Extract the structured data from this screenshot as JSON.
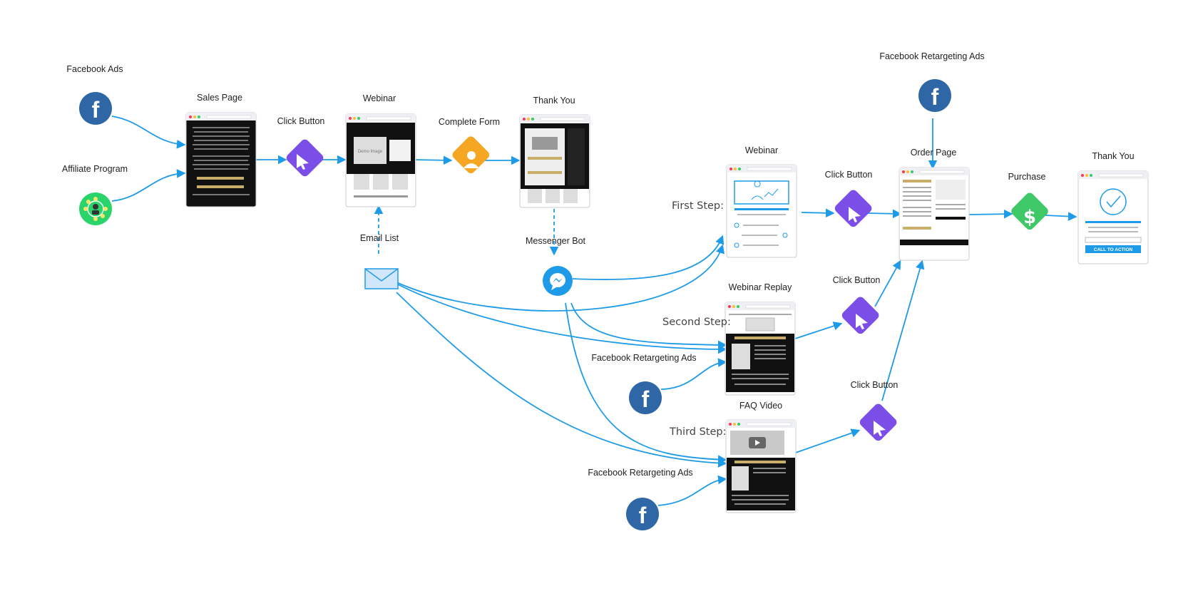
{
  "labels": {
    "facebook_ads": "Facebook Ads",
    "affiliate_program": "Affiliate Program",
    "sales_page": "Sales Page",
    "click_button_1": "Click Button",
    "webinar_1": "Webinar",
    "complete_form": "Complete Form",
    "thank_you_1": "Thank You",
    "email_list": "Email List",
    "messenger_bot": "Messenger Bot",
    "fb_retargeting_top": "Facebook Retargeting Ads",
    "webinar_2": "Webinar",
    "click_button_2": "Click Button",
    "order_page": "Order Page",
    "purchase": "Purchase",
    "thank_you_2": "Thank You",
    "webinar_replay": "Webinar Replay",
    "click_button_3": "Click Button",
    "fb_retargeting_mid": "Facebook Retargeting Ads",
    "faq_video": "FAQ Video",
    "click_button_4": "Click Button",
    "fb_retargeting_bottom": "Facebook Retargeting Ads"
  },
  "steps": {
    "first": "First Step:",
    "second": "Second Step:",
    "third": "Third Step:"
  },
  "page_text": {
    "call_to_action": "CALL TO ACTION",
    "demo_image": "Demo Image"
  },
  "colors": {
    "arrow": "#1e9be8",
    "facebook": "#2f66a6",
    "click_action": "#7b4ee8",
    "form_action": "#f5a623",
    "purchase_action": "#3ec867",
    "affiliate": "#2bd46a",
    "messenger": "#1e9be8"
  },
  "icons": [
    "facebook-icon",
    "affiliate-icon",
    "cursor-icon",
    "user-icon",
    "dollar-icon",
    "envelope-icon",
    "messenger-icon",
    "checkmark-icon"
  ]
}
